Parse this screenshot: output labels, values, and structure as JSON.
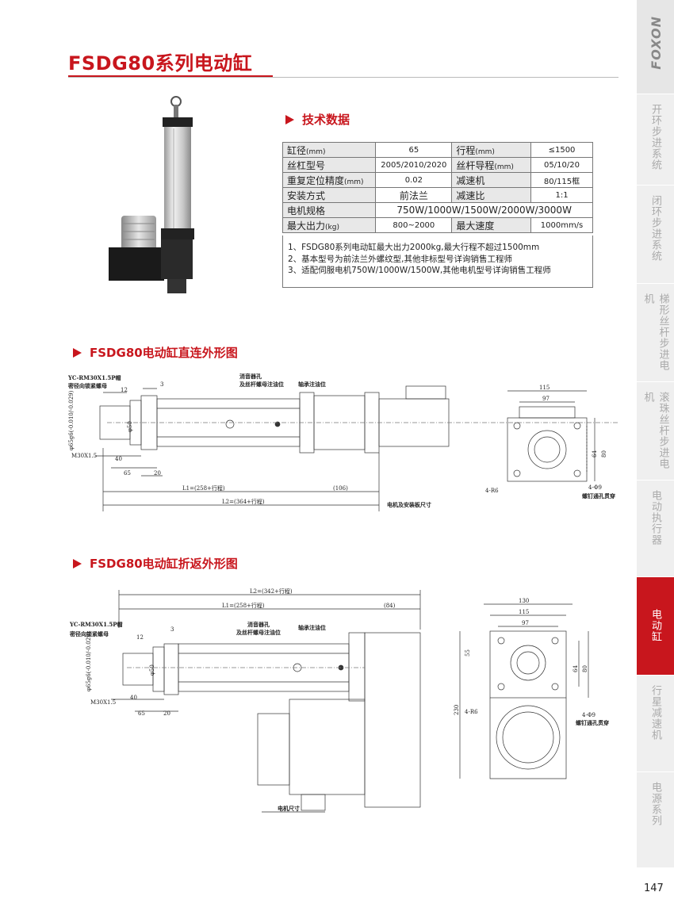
{
  "title": "FSDG80系列电动缸",
  "brand": "FOXON",
  "page_number": "147",
  "sidebar": {
    "items": [
      {
        "label": "开环步进系统",
        "active": false
      },
      {
        "label": "闭环步进系统",
        "active": false
      },
      {
        "label": "梯形丝杆步进电机",
        "active": false
      },
      {
        "label": "滚珠丝杆步进电机",
        "active": false
      },
      {
        "label": "电动执行器",
        "active": false
      },
      {
        "label": "电动缸",
        "active": true
      },
      {
        "label": "行星减速机",
        "active": false
      },
      {
        "label": "电源系列",
        "active": false
      }
    ],
    "active_color": "#c8161d"
  },
  "spec": {
    "heading": "技术数据",
    "rows": [
      {
        "k1": "缸径",
        "u1": "(mm)",
        "v1": "65",
        "k2": "行程",
        "u2": "(mm)",
        "v2": "≤1500"
      },
      {
        "k1": "丝杠型号",
        "u1": "",
        "v1": "2005/2010/2020",
        "k2": "丝杆导程",
        "u2": "(mm)",
        "v2": "05/10/20"
      },
      {
        "k1": "重复定位精度",
        "u1": "(mm)",
        "v1": "0.02",
        "k2": "减速机",
        "u2": "",
        "v2": "80/115框"
      },
      {
        "k1": "安装方式",
        "u1": "",
        "v1": "前法兰",
        "k2": "减速比",
        "u2": "",
        "v2": "1:1"
      },
      {
        "k1": "电机规格",
        "u1": "",
        "v_span": "750W/1000W/1500W/2000W/3000W"
      },
      {
        "k1": "最大出力",
        "u1": "(kg)",
        "v1": "800~2000",
        "k2": "最大速度",
        "u2": "",
        "v2": "1000mm/s"
      }
    ],
    "notes": [
      "1、FSDG80系列电动缸最大出力2000kg,最大行程不超过1500mm",
      "2、基本型号为前法兰外螺纹型,其他非标型号详询销售工程师",
      "3、适配伺服电机750W/1000W/1500W,其他电机型号详询销售工程师"
    ]
  },
  "drawing1": {
    "heading": "FSDG80电动缸直连外形图",
    "labels": {
      "nut": "YC-RM30X1.5P帽",
      "nut2": "密径向锁紧螺母",
      "sensor": "消音器孔",
      "sensor2": "及丝杆螺母注油位",
      "bearing": "轴承注油位",
      "d_rod": "φ50",
      "d_fit": "φ65g6(-0.010/-0.029)",
      "thread": "M30X1.5",
      "d12": "12",
      "d3": "3",
      "d40": "40",
      "d65": "65",
      "d20": "20",
      "l1": "L1=(258+行程)",
      "l2": "L2=(364+行程)",
      "d106": "(106)",
      "motor_note": "电机及安装板尺寸",
      "w115": "115",
      "w97": "97",
      "h64": "64",
      "h80": "80",
      "r6": "4-R6",
      "holes": "4-Φ9",
      "holes2": "螺钉通孔贯穿"
    }
  },
  "drawing2": {
    "heading": "FSDG80电动缸折返外形图",
    "labels": {
      "l2": "L2=(342+行程)",
      "l1": "L1=(258+行程)",
      "d84": "(84)",
      "nut": "YC-RM30X1.5P帽",
      "nut2": "密径向锁紧螺母",
      "sensor": "消音器孔",
      "sensor2": "及丝杆螺母注油位",
      "bearing": "轴承注油位",
      "d12": "12",
      "d3": "3",
      "d_rod": "φ50",
      "d_fit": "φ65g6(-0.010/-0.029)",
      "thread": "M30X1.5",
      "d40": "40",
      "d65": "65",
      "d20": "20",
      "motor_note": "电机尺寸",
      "w130": "130",
      "w115": "115",
      "w97": "97",
      "h55": "55",
      "h64": "64",
      "h80": "80",
      "h230": "230",
      "r6": "4-R6",
      "holes": "4-Φ9",
      "holes2": "螺钉通孔贯穿"
    }
  }
}
